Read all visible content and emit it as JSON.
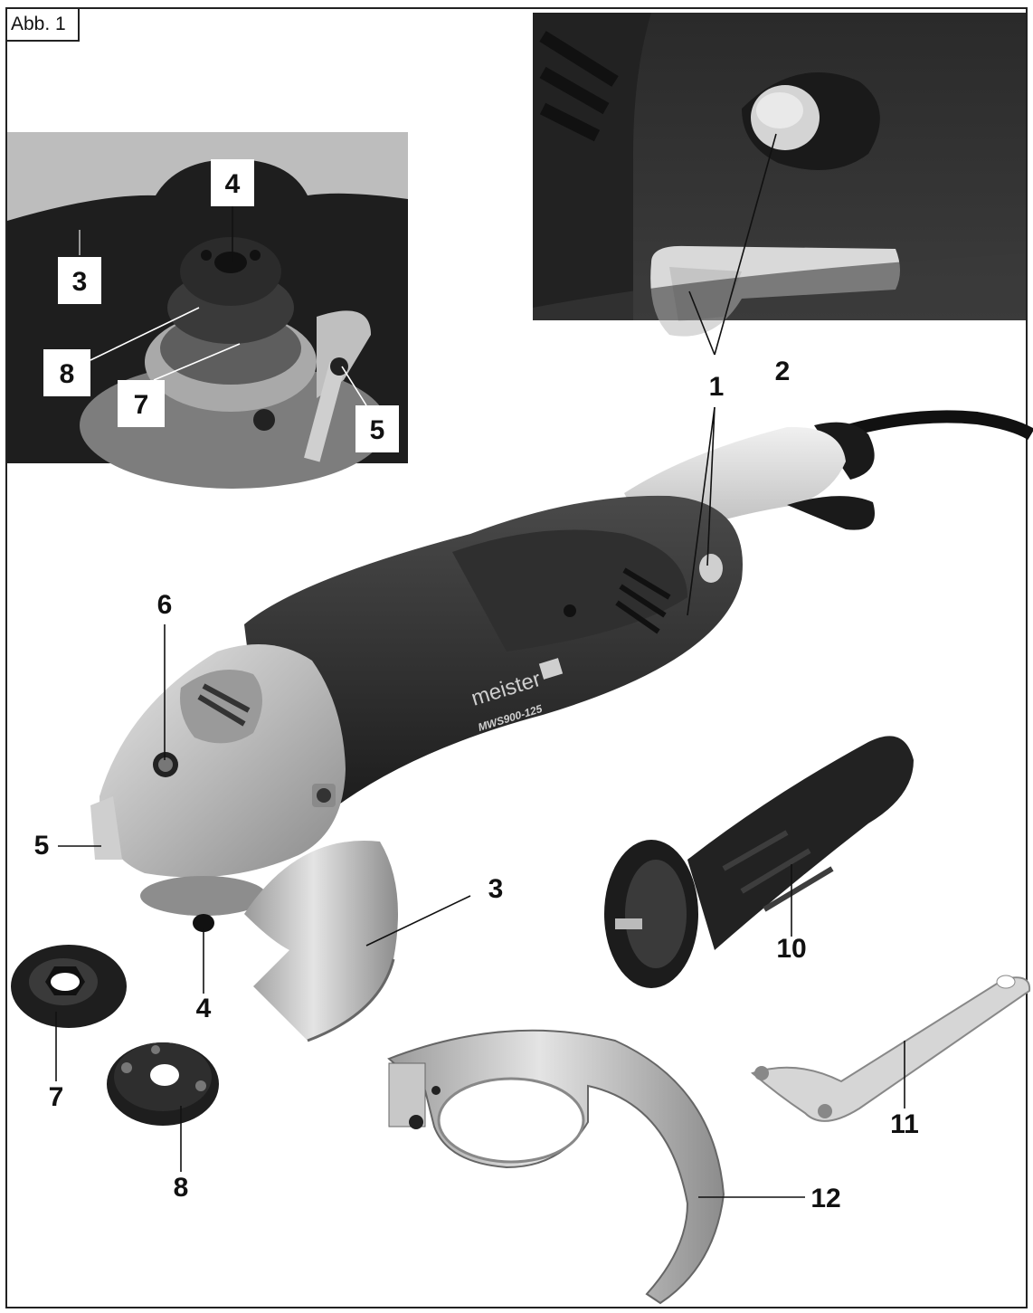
{
  "figure": {
    "label": "Abb. 1"
  },
  "product": {
    "brand": "meister",
    "model": "MWS900-125"
  },
  "detail_callouts": [
    {
      "id": "4",
      "label": "4"
    },
    {
      "id": "3",
      "label": "3"
    },
    {
      "id": "8",
      "label": "8"
    },
    {
      "id": "7",
      "label": "7"
    },
    {
      "id": "5",
      "label": "5"
    }
  ],
  "main_callouts": [
    {
      "id": "1",
      "label": "1"
    },
    {
      "id": "2",
      "label": "2"
    },
    {
      "id": "6",
      "label": "6"
    },
    {
      "id": "5",
      "label": "5"
    },
    {
      "id": "3",
      "label": "3"
    },
    {
      "id": "4",
      "label": "4"
    },
    {
      "id": "7",
      "label": "7"
    },
    {
      "id": "8",
      "label": "8"
    },
    {
      "id": "10",
      "label": "10"
    },
    {
      "id": "11",
      "label": "11"
    },
    {
      "id": "12",
      "label": "12"
    }
  ]
}
